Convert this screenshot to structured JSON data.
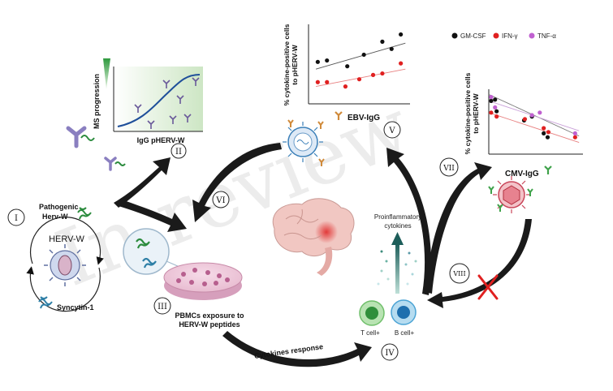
{
  "watermark": "In review",
  "stages": {
    "i": "I",
    "ii": "II",
    "iii": "III",
    "iv": "IV",
    "v": "V",
    "vi": "VI",
    "vii": "VII",
    "viii": "VIII"
  },
  "herv": {
    "pathogenic": "Pathogenic",
    "pathogenic2": "Herv-W",
    "virus": "HERV-W",
    "syncytin": "Syncytin-1"
  },
  "ms_plot": {
    "ylabel": "MS progression",
    "xlabel": "IgG pHERV-W"
  },
  "pbmc": {
    "line1": "PBMCs exposure to",
    "line2": "HERV-W peptides"
  },
  "cytokines_response": "Cytokines response",
  "proinflammatory": {
    "line1": "Proinflammatory",
    "line2": "cytokines"
  },
  "cells": {
    "t": "T cell+",
    "b": "B cell+"
  },
  "ebv_label": "EBV-IgG",
  "cmv_label": "CMV-IgG",
  "legend": [
    {
      "name": "GM-CSF",
      "color": "#111111"
    },
    {
      "name": "IFN-γ",
      "color": "#e02020"
    },
    {
      "name": "TNF-α",
      "color": "#c060d0"
    }
  ],
  "chart_data": [
    {
      "type": "scatter",
      "title": "",
      "ylabel": "% cytokine-positive cells to pHERV-W",
      "xlabel": "EBV-IgG",
      "series": [
        {
          "name": "GM-CSF",
          "color": "#111111",
          "points": [
            [
              1,
              2.9
            ],
            [
              2,
              3.0
            ],
            [
              4.2,
              2.6
            ],
            [
              6,
              3.4
            ],
            [
              8,
              4.3
            ],
            [
              9,
              3.8
            ],
            [
              10,
              4.8
            ]
          ]
        },
        {
          "name": "IFN-γ",
          "color": "#e02020",
          "points": [
            [
              1,
              1.5
            ],
            [
              2,
              1.5
            ],
            [
              4,
              1.2
            ],
            [
              5.5,
              1.7
            ],
            [
              7,
              2.0
            ],
            [
              8,
              2.1
            ],
            [
              10,
              2.8
            ]
          ]
        }
      ],
      "trendlines": [
        {
          "color": "#555555",
          "from": [
            0.8,
            2.4
          ],
          "to": [
            10.5,
            4.2
          ]
        },
        {
          "color": "#e88080",
          "from": [
            0.8,
            1.2
          ],
          "to": [
            10.5,
            2.4
          ]
        }
      ],
      "xlim": [
        0,
        11
      ],
      "ylim": [
        0,
        5.5
      ]
    },
    {
      "type": "scatter",
      "title": "",
      "ylabel": "% cytokine-positive cells to pHERV-W",
      "xlabel": "CMV-IgG",
      "series": [
        {
          "name": "GM-CSF",
          "color": "#111111",
          "points": [
            [
              0.3,
              4.1
            ],
            [
              0.8,
              4.2
            ],
            [
              1,
              3.3
            ],
            [
              4.5,
              2.6
            ],
            [
              5.5,
              2.9
            ],
            [
              7,
              1.6
            ],
            [
              7.5,
              1.3
            ]
          ]
        },
        {
          "name": "IFN-γ",
          "color": "#e02020",
          "points": [
            [
              0.3,
              3.2
            ],
            [
              1,
              2.9
            ],
            [
              4.6,
              2.7
            ],
            [
              7,
              2.0
            ],
            [
              7.6,
              1.7
            ],
            [
              11,
              1.3
            ]
          ]
        },
        {
          "name": "TNF-α",
          "color": "#c060d0",
          "points": [
            [
              0.3,
              4.4
            ],
            [
              0.8,
              3.6
            ],
            [
              5.5,
              3.0
            ],
            [
              6.5,
              3.2
            ],
            [
              11,
              1.6
            ]
          ]
        }
      ],
      "trendlines": [
        {
          "color": "#777777",
          "from": [
            0,
            4.6
          ],
          "to": [
            11.5,
            1.4
          ]
        },
        {
          "color": "#e88080",
          "from": [
            0,
            3.2
          ],
          "to": [
            11.5,
            0.9
          ]
        },
        {
          "color": "#c9a0d8",
          "from": [
            0,
            4.1
          ],
          "to": [
            11.5,
            1.8
          ]
        }
      ],
      "xlim": [
        0,
        12
      ],
      "ylim": [
        0,
        5
      ]
    }
  ]
}
